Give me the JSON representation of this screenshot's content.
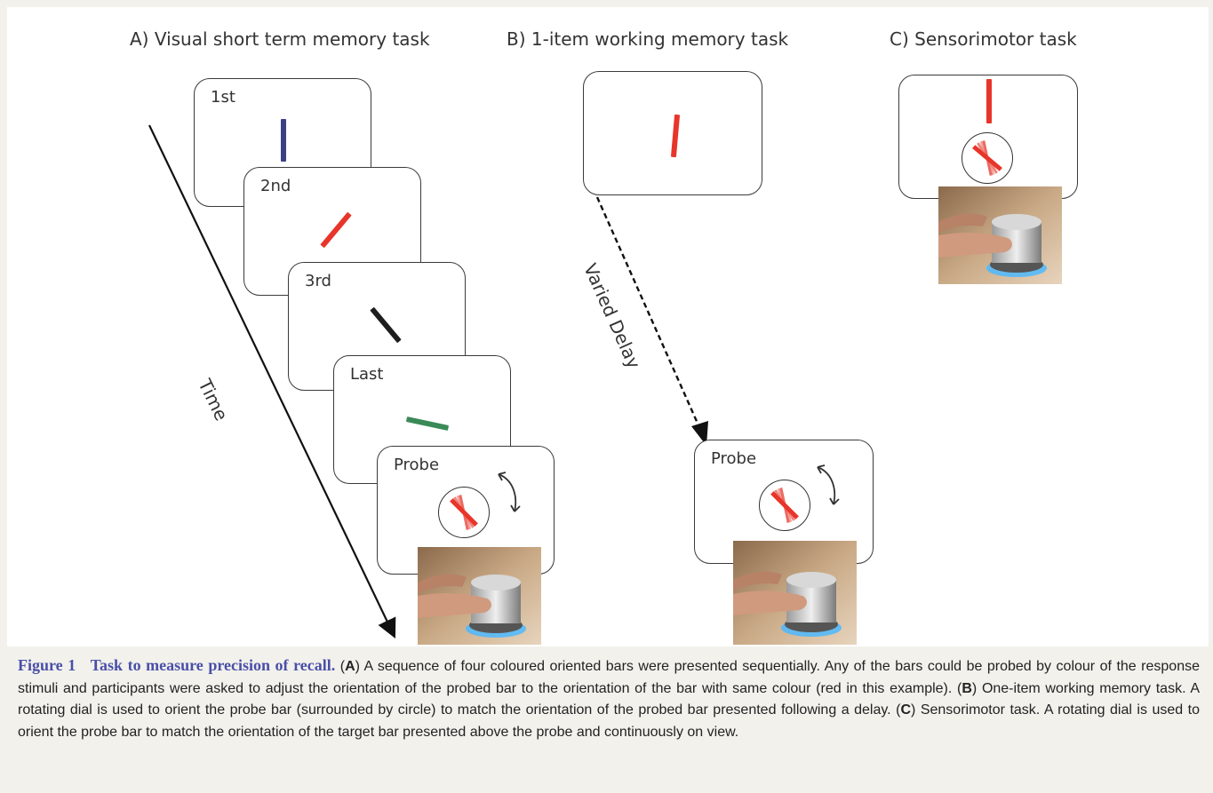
{
  "panels": {
    "a_title": "A) Visual short term memory task",
    "b_title": "B) 1-item working memory task",
    "c_title": "C) Sensorimotor task"
  },
  "sequence_labels": {
    "first": "1st",
    "second": "2nd",
    "third": "3rd",
    "last": "Last",
    "probe": "Probe"
  },
  "working_memory": {
    "probe_label": "Probe",
    "delay_label": "Varied Delay"
  },
  "time_label": "Time",
  "bar_colors": {
    "blue": "#3b3f86",
    "red": "#e8352a",
    "black": "#1e1e1e",
    "green": "#3a8a57"
  },
  "caption": {
    "figure_number": "Figure 1",
    "figure_title": "Task to measure precision of recall.",
    "a_open": "(",
    "a_letter": "A",
    "a_text": ") A sequence of four coloured oriented bars were presented sequentially. Any of the bars could be probed by colour of the response stimuli and participants were asked to adjust the orientation of the probed bar to the orientation of the bar with same colour (red in this example). (",
    "b_letter": "B",
    "b_text": ") One-item working memory task. A rotating dial is used to orient the probe bar (surrounded by circle) to match the orientation of the probed bar presented following a delay. (",
    "c_letter": "C",
    "c_text": ") Sensorimotor task. A rotating dial is used to orient the probe bar to match the orientation of the target bar presented above the probe and continuously on view."
  }
}
